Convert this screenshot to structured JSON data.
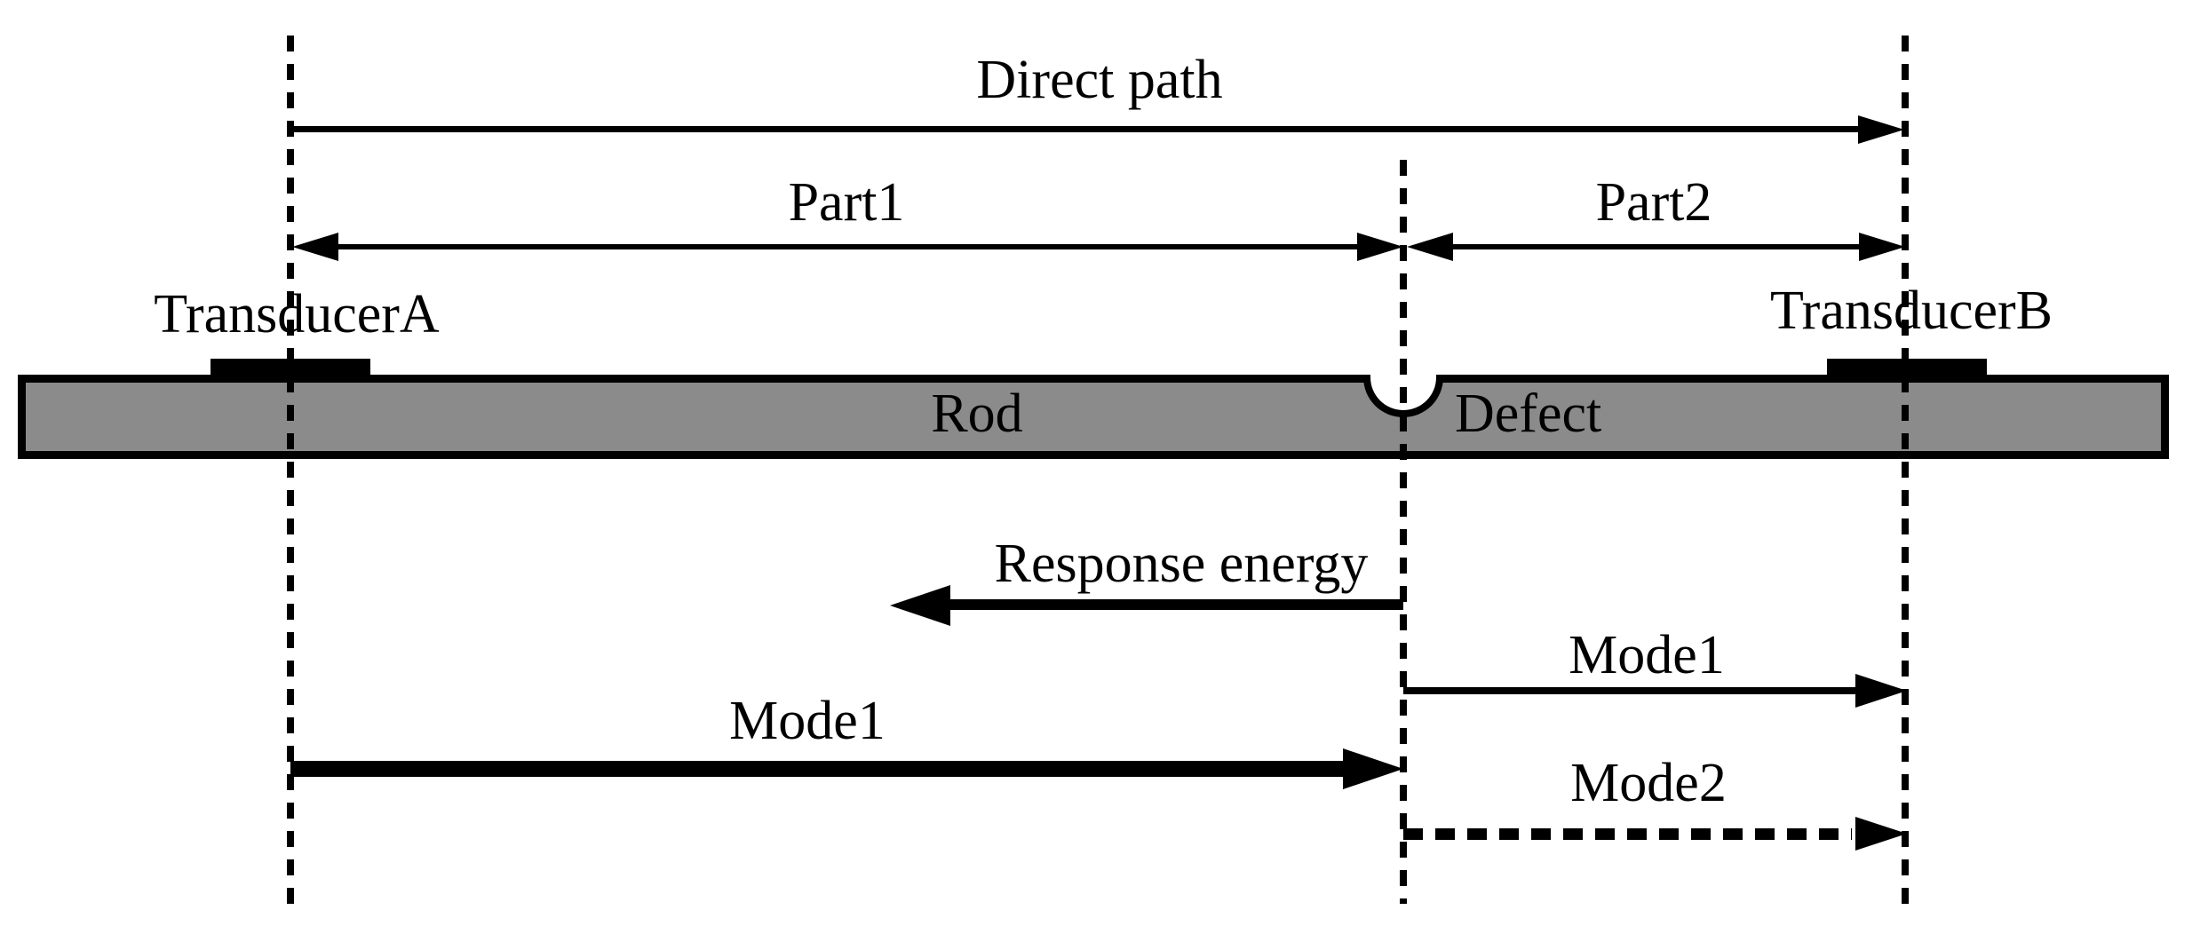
{
  "figure": {
    "direct_path_label": "Direct path",
    "part1_label": "Part1",
    "part2_label": "Part2",
    "transducer_a_label": "TransducerA",
    "transducer_b_label": "TransducerB",
    "rod_label": "Rod",
    "defect_label": "Defect",
    "response_energy_label": "Response energy",
    "mode1_upper_label": "Mode1",
    "mode1_lower_label": "Mode1",
    "mode2_label": "Mode2"
  },
  "colors": {
    "rod_fill": "#8b8b8b",
    "stroke": "#000000",
    "background": "#ffffff"
  }
}
